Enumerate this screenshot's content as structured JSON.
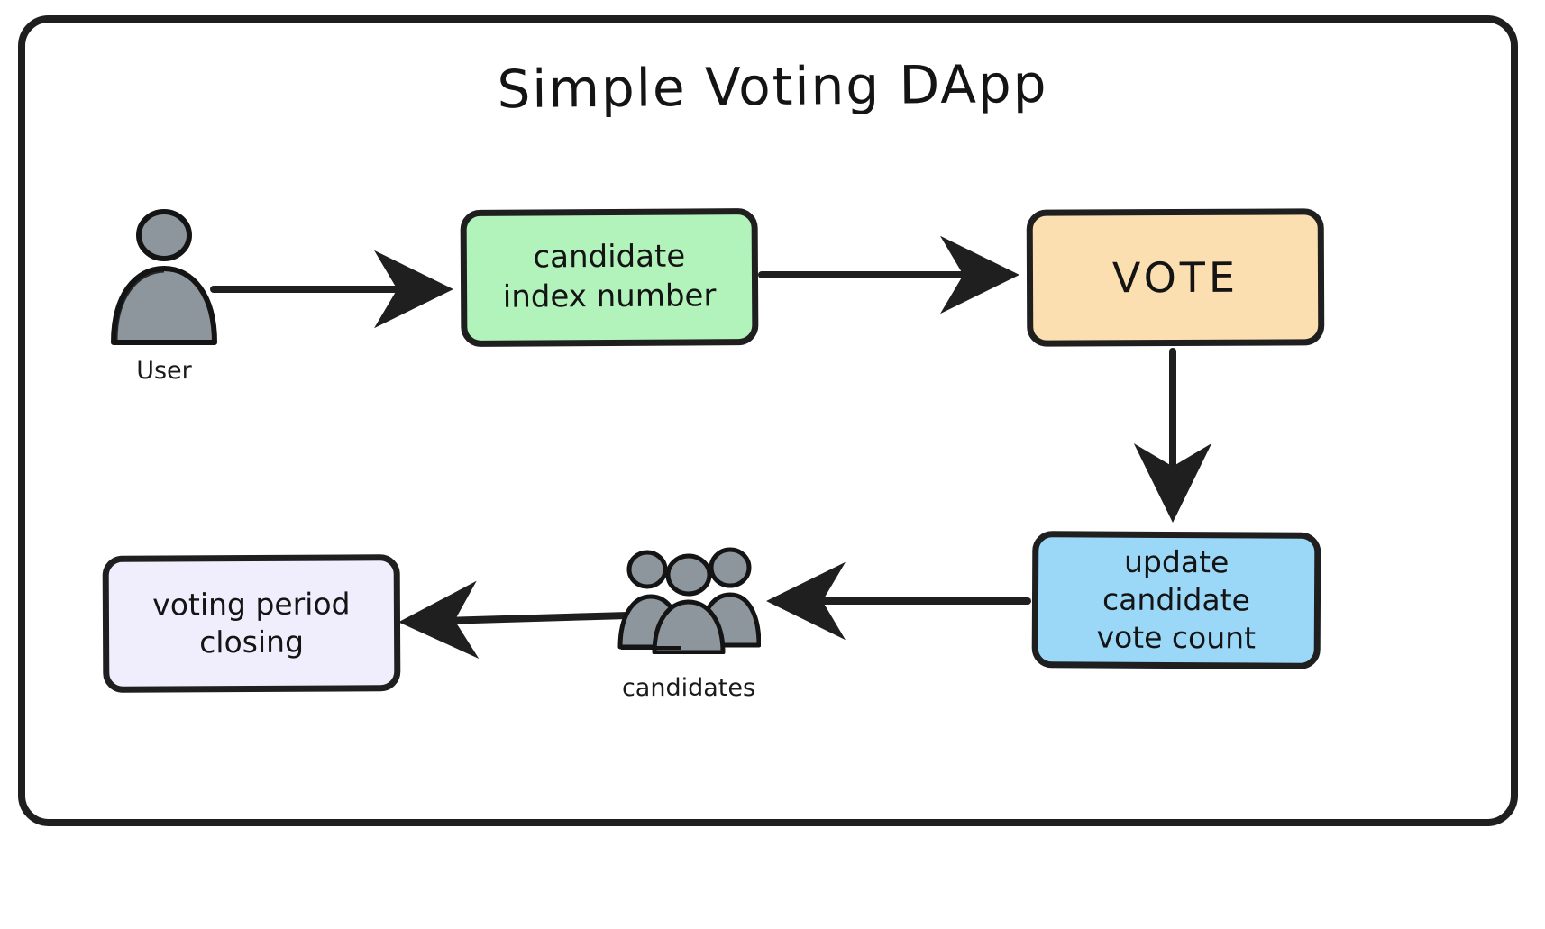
{
  "diagram": {
    "title": "Simple Voting DApp",
    "frame_color": "#1f1f1f",
    "background": "#ffffff"
  },
  "nodes": [
    {
      "id": "candidate-index",
      "label": "candidate\nindex number",
      "fill": "#b2f2bb",
      "stroke": "#1f1f1f",
      "shape": "rounded-rect"
    },
    {
      "id": "vote",
      "label": "VOTE",
      "fill": "#fcdfb0",
      "stroke": "#1f1f1f",
      "shape": "rounded-rect"
    },
    {
      "id": "update-count",
      "label": "update candidate\nvote count",
      "fill": "#9bd8f8",
      "stroke": "#1f1f1f",
      "shape": "rounded-rect"
    },
    {
      "id": "voting-closing",
      "label": "voting period\nclosing",
      "fill": "#f0eefc",
      "stroke": "#1f1f1f",
      "shape": "rounded-rect"
    }
  ],
  "actors": [
    {
      "id": "user",
      "label": "User",
      "icon": "person-icon",
      "fill": "#8d959d",
      "stroke": "#141414"
    },
    {
      "id": "candidates",
      "label": "candidates",
      "icon": "people-group-icon",
      "fill": "#8d959d",
      "stroke": "#141414"
    }
  ],
  "edges": [
    {
      "id": "user-to-candidate-index",
      "from": "user",
      "to": "candidate-index",
      "direction": "right",
      "label": ""
    },
    {
      "id": "candidate-index-to-vote",
      "from": "candidate-index",
      "to": "vote",
      "direction": "right",
      "label": ""
    },
    {
      "id": "vote-to-update-count",
      "from": "vote",
      "to": "update-count",
      "direction": "down",
      "label": ""
    },
    {
      "id": "update-count-to-candidates",
      "from": "update-count",
      "to": "candidates",
      "direction": "left",
      "label": ""
    },
    {
      "id": "candidates-to-voting-closing",
      "from": "candidates",
      "to": "voting-closing",
      "direction": "left",
      "label": ""
    }
  ]
}
